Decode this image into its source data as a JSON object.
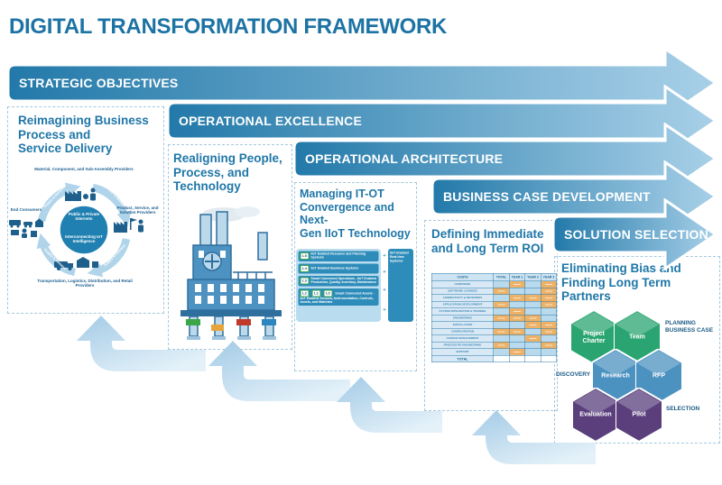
{
  "title": "DIGITAL TRANSFORMATION FRAMEWORK",
  "banners": [
    {
      "label": "STRATEGIC OBJECTIVES"
    },
    {
      "label": "OPERATIONAL EXCELLENCE"
    },
    {
      "label": "OPERATIONAL ARCHITECTURE"
    },
    {
      "label": "BUSINESS CASE DEVELOPMENT"
    },
    {
      "label": "SOLUTION SELECTION"
    }
  ],
  "panels": {
    "strategic_objectives": {
      "heading": "Reimagining Business\nProcess and\nService Delivery",
      "cycle": {
        "center_top": "Public & Private Internets",
        "center_bottom": "Interconnecting IoT Intelligence",
        "node_top": "Material, Component, and Sub-Assembly Providers",
        "node_right": "Product, Service, and Solution Providers",
        "node_bottom": "Transportation, Logistics, Distribution, and Retail Providers",
        "node_left": "End Consumers",
        "arrow_label": "Supply & Demand"
      }
    },
    "operational_excellence": {
      "heading": "Realigning People,\nProcess, and\nTechnology"
    },
    "operational_architecture": {
      "heading": "Managing IT-OT\nConvergence and Next-\nGen IIoT Technology",
      "layers": [
        {
          "badges": [
            "L5"
          ],
          "text": "IIoT Enabled Resource and Planning Systems"
        },
        {
          "badges": [
            "L4"
          ],
          "text": "IIoT Enabled Business Systems"
        },
        {
          "badges": [
            "L3"
          ],
          "text": "Smart Connected Operations - IIoT Enabled Production, Quality, Inventory, Maintenance"
        },
        {
          "badges": [
            "L2",
            "L1",
            "L0"
          ],
          "text": "Smart Connected Assets - IIoT Enabled Sensors, Instrumentation, Controls, Assets, and Materials"
        }
      ],
      "sidebar": "IIoT Enabled Real-time Systems"
    },
    "business_case": {
      "heading": "Defining Immediate\nand Long Term ROI",
      "table": {
        "headers": [
          "COSTS",
          "TOTAL",
          "YEAR 1",
          "YEAR 2",
          "YEAR 3"
        ],
        "rows": [
          {
            "label": "HARDWARE",
            "cells": [
              "b",
              "o",
              "b",
              "o"
            ]
          },
          {
            "label": "SOFTWARE LICENSES",
            "cells": [
              "o",
              "b",
              "b",
              "o"
            ]
          },
          {
            "label": "CONNECTIVITY & NETWORKS",
            "cells": [
              "b",
              "o",
              "o",
              "o"
            ]
          },
          {
            "label": "APPLICATION DEVELOPMENT",
            "cells": [
              "o",
              "b",
              "b",
              "o"
            ]
          },
          {
            "label": "SYSTEM INTEGRATION & TRAINING",
            "cells": [
              "b",
              "o",
              "b",
              "b"
            ]
          },
          {
            "label": "ENGINEERING",
            "cells": [
              "o",
              "o",
              "o",
              "b"
            ]
          },
          {
            "label": "INSTALLATION",
            "cells": [
              "b",
              "b",
              "o",
              "o"
            ]
          },
          {
            "label": "CONFIGURATION",
            "cells": [
              "o",
              "o",
              "b",
              "o"
            ]
          },
          {
            "label": "CHANGE MANAGEMENT",
            "cells": [
              "b",
              "b",
              "o",
              "b"
            ]
          },
          {
            "label": "PROCESS RE-ENGINEERING",
            "cells": [
              "o",
              "b",
              "b",
              "o"
            ]
          },
          {
            "label": "SUPPORT",
            "cells": [
              "b",
              "o",
              "b",
              "b"
            ]
          }
        ],
        "total_label": "TOTAL"
      }
    },
    "solution_selection": {
      "heading": "Eliminating Bias and\nFinding Long Term Partners",
      "hexagons": [
        {
          "label": "Project Charter",
          "group": "planning"
        },
        {
          "label": "Team",
          "group": "planning"
        },
        {
          "label": "Research",
          "group": "discovery"
        },
        {
          "label": "RFP",
          "group": "discovery"
        },
        {
          "label": "Evaluation",
          "group": "selection"
        },
        {
          "label": "Pilot",
          "group": "selection"
        }
      ],
      "stage_labels": {
        "planning": "PLANNING\nBUSINESS CASE",
        "discovery": "DISCOVERY",
        "selection": "SELECTION"
      }
    }
  },
  "colors": {
    "accent_blue": "#1c73a4",
    "banner_gradient_start": "#2279a9",
    "banner_gradient_end": "#a8d0e8",
    "orange_cell": "#edb268",
    "blue_cell": "#b9d9ec",
    "hex_green": "#2aa571",
    "hex_blue": "#4b92c1",
    "hex_purple": "#5a3f7c",
    "flow_arrow": "#a3cbe6"
  }
}
